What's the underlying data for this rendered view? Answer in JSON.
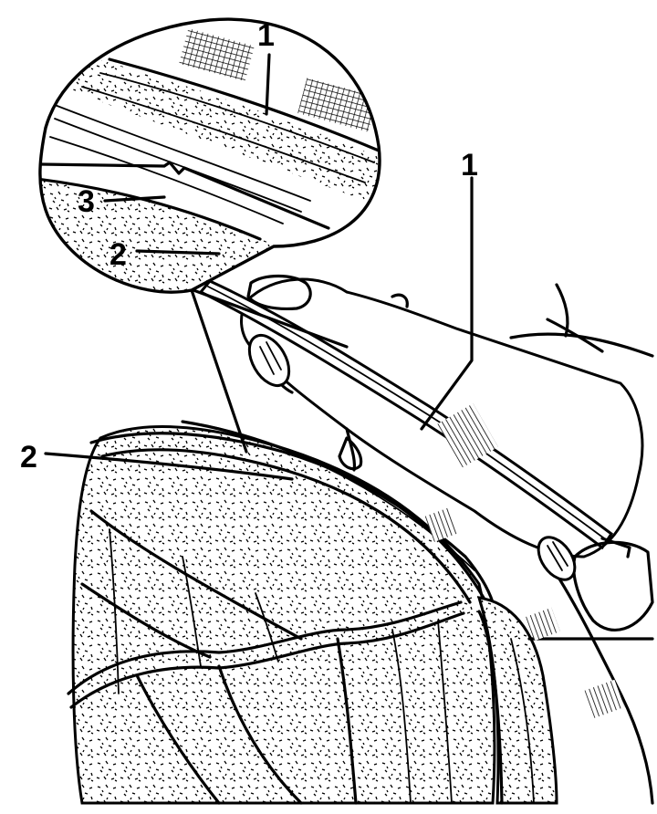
{
  "diagram": {
    "callouts": [
      {
        "id": "1",
        "label": "1"
      },
      {
        "id": "1",
        "label": "1"
      },
      {
        "id": "2",
        "label": "2"
      },
      {
        "id": "2",
        "label": "2"
      },
      {
        "id": "3",
        "label": "3"
      }
    ],
    "colors": {
      "ink": "#000000",
      "paper": "#ffffff"
    }
  }
}
